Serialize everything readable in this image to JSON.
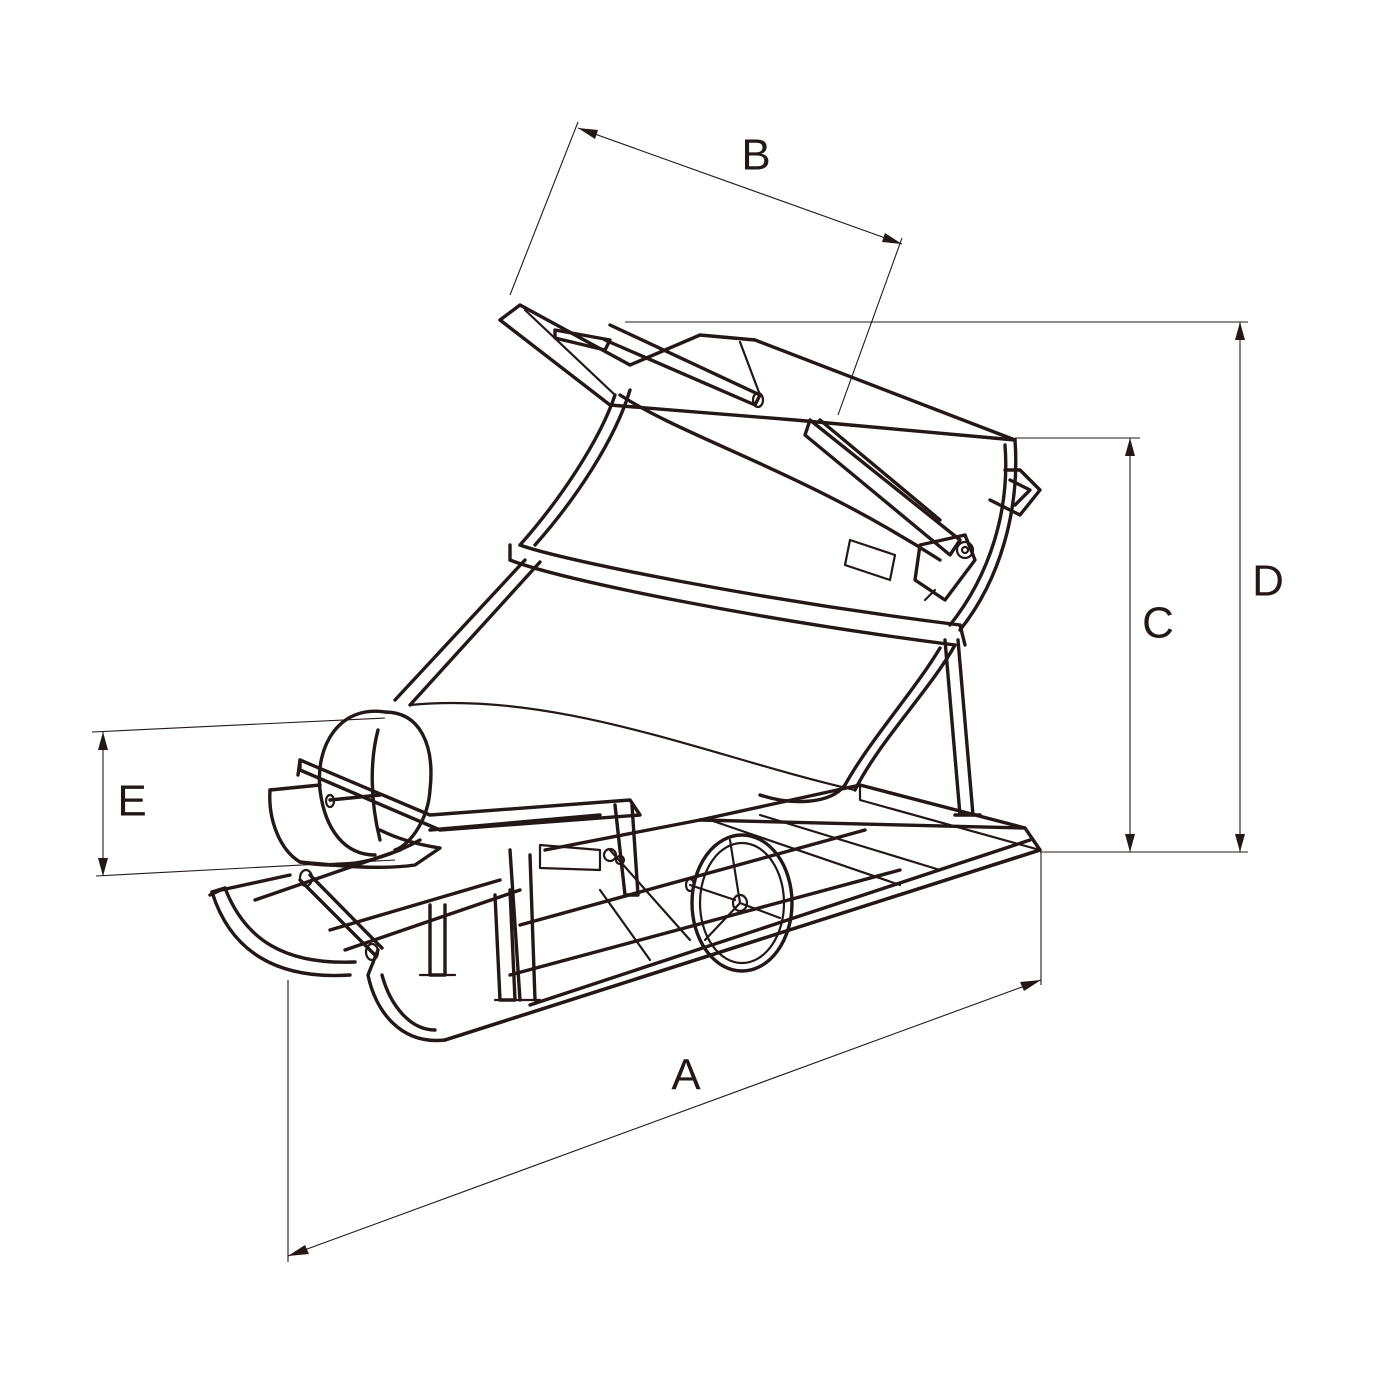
{
  "diagram": {
    "dimensions": [
      {
        "id": "A",
        "label": "A"
      },
      {
        "id": "B",
        "label": "B"
      },
      {
        "id": "C",
        "label": "C"
      },
      {
        "id": "D",
        "label": "D"
      },
      {
        "id": "E",
        "label": "E"
      }
    ]
  },
  "colors": {
    "line": "#231815",
    "background": "#ffffff"
  }
}
